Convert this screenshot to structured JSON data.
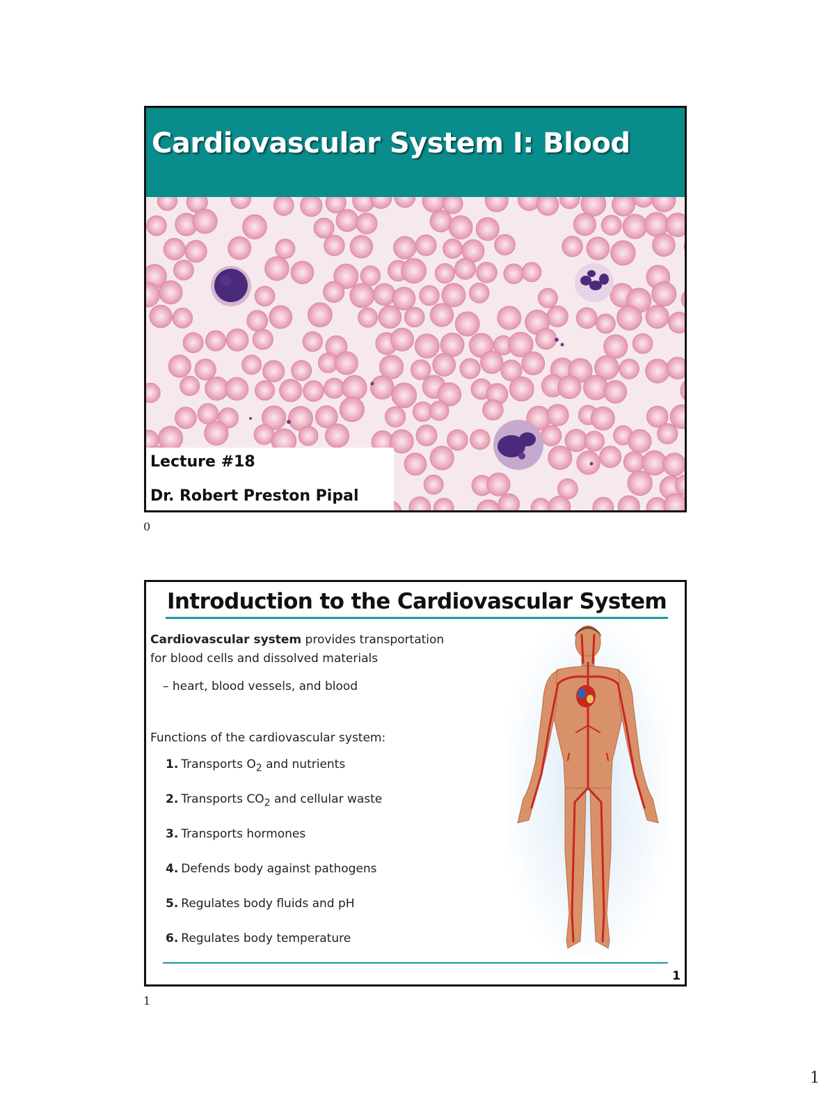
{
  "slide1": {
    "title": "Cardiovascular System I: Blood",
    "photo_icon": "blood-smear-image",
    "lecture": "Lecture #18",
    "author": "Dr. Robert Preston Pipal",
    "label": "0"
  },
  "slide2": {
    "title": "Introduction to the Cardiovascular System",
    "intro_bold": "Cardiovascular system",
    "intro_rest_1": " provides transportation",
    "intro_line_2": "for blood cells and dissolved materials",
    "sub_point": "– heart, blood vessels, and blood",
    "functions_heading": "Functions of the cardiovascular system:",
    "functions": [
      {
        "num": "1.",
        "pre": "Transports O",
        "sub": "2",
        "post": " and nutrients"
      },
      {
        "num": "2.",
        "pre": "Transports CO",
        "sub": "2",
        "post": " and cellular waste"
      },
      {
        "num": "3.",
        "pre": "Transports hormones",
        "sub": "",
        "post": ""
      },
      {
        "num": "4.",
        "pre": "Defends body against pathogens",
        "sub": "",
        "post": ""
      },
      {
        "num": "5.",
        "pre": "Regulates body fluids and pH",
        "sub": "",
        "post": ""
      },
      {
        "num": "6.",
        "pre": "Regulates body temperature",
        "sub": "",
        "post": ""
      }
    ],
    "figure_icon": "human-cardiovascular-anatomy-figure",
    "slide_number": "1",
    "label": "1"
  },
  "page_number": "1",
  "colors": {
    "header_teal": "#098c8c",
    "rule_teal": "#1a9aa0",
    "rbc_pink": "#e8a0b4",
    "wbc_purple": "#4a2a7a",
    "artery_red": "#c8281e",
    "skin": "#d9916a"
  }
}
